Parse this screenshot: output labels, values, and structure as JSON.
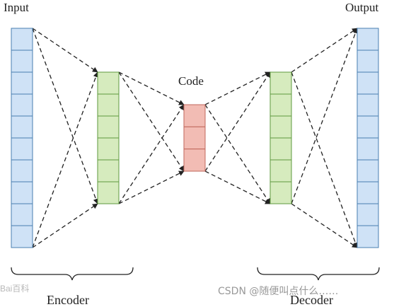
{
  "labels": {
    "input": "Input",
    "output": "Output",
    "code": "Code",
    "encoder": "Encoder",
    "decoder": "Decoder"
  },
  "layers": {
    "input": {
      "cells": 10,
      "fill": "#cfe2f6",
      "stroke": "#4a7fb0"
    },
    "enc": {
      "cells": 6,
      "fill": "#d6ebbe",
      "stroke": "#5e9a3e"
    },
    "code": {
      "cells": 3,
      "fill": "#f2bcb4",
      "stroke": "#c0675c"
    },
    "dec": {
      "cells": 6,
      "fill": "#d6ebbe",
      "stroke": "#5e9a3e"
    },
    "output": {
      "cells": 10,
      "fill": "#cfe2f6",
      "stroke": "#4a7fb0"
    }
  },
  "watermarks": {
    "csdn": "CSDN @随便叫点什么……",
    "baidu": "Bai百科"
  },
  "colors": {
    "line": "#222222",
    "brace": "#222222"
  }
}
